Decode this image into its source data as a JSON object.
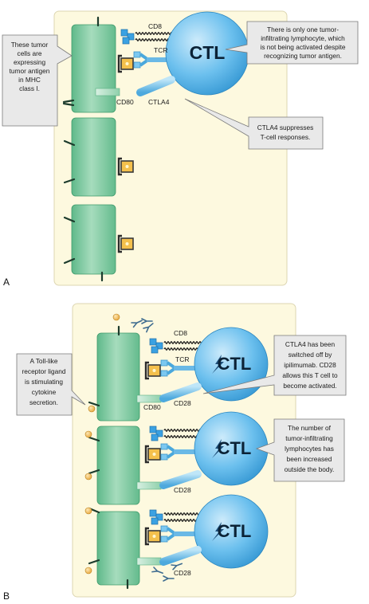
{
  "panels": [
    {
      "letter": "A",
      "ctl_label": "CTL",
      "labels": {
        "cd8": "CD8",
        "tcr": "TCR",
        "cd80": "CD80",
        "ctla4": "CTLA4"
      },
      "callouts": [
        {
          "id": "tumor",
          "lines": [
            "These tumor",
            "cells are",
            "expressing",
            "tumor antigen",
            "in MHC",
            "class I."
          ]
        },
        {
          "id": "one_ctl",
          "lines": [
            "There is only one tumor-",
            "infiltrating lymphocyte, which",
            "is not being activated despite",
            "recognizing tumor antigen."
          ]
        },
        {
          "id": "ctla4",
          "lines": [
            "CTLA4 suppresses",
            "T-cell responses."
          ]
        }
      ]
    },
    {
      "letter": "B",
      "ctl_label": "CTL",
      "labels": {
        "cd8": "CD8",
        "tcr": "TCR",
        "cd80": "CD80",
        "cd28": "CD28"
      },
      "callouts": [
        {
          "id": "tlr",
          "lines": [
            "A Toll-like",
            "receptor ligand",
            "is stimulating",
            "cytokine",
            "secretion."
          ]
        },
        {
          "id": "ipi",
          "lines": [
            "CTLA4 has been",
            "switched off by",
            "ipilimumab. CD28",
            "allows this T cell to",
            "become activated."
          ]
        },
        {
          "id": "expanded",
          "lines": [
            "The number of",
            "tumor-infiltrating",
            "lymphocytes has",
            "been increased",
            "outside the body."
          ]
        }
      ]
    }
  ]
}
